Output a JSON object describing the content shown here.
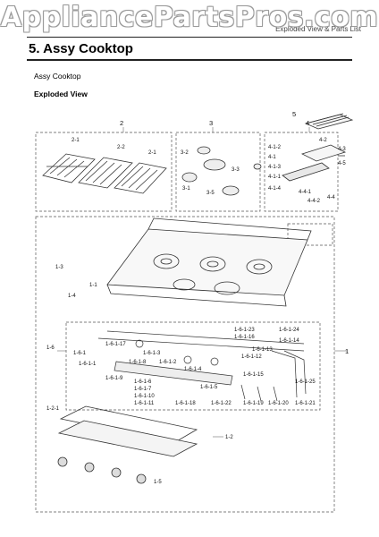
{
  "watermark": "AppliancePartsPros.com",
  "header_right": "Exploded View & Parts List",
  "section_title": "5.  Assy Cooktop",
  "subtitle": "Assy Cooktop",
  "subhead": "Exploded View",
  "callouts": {
    "group_numbers": [
      "2",
      "3",
      "4",
      "5",
      "1"
    ],
    "grates": [
      "2-1",
      "2-2",
      "2-1"
    ],
    "burner_caps": [
      "3-2",
      "3-3",
      "3-1",
      "3-5"
    ],
    "griddle": [
      "4-1-2",
      "4-1",
      "4-1-3",
      "4-1-1",
      "4-1-4",
      "4-2",
      "4-3",
      "4-5",
      "4-4",
      "4-4-1",
      "4-4-2"
    ],
    "cooktop": [
      "1-3",
      "1-1",
      "1-4"
    ],
    "valves": [
      "1-6",
      "1-6-1",
      "1-6-1-17",
      "1-6-1-3",
      "1-6-1-8",
      "1-6-1-2",
      "1-6-1-4",
      "1-6-1-9",
      "1-6-1-6",
      "1-6-1-7",
      "1-6-1-10",
      "1-6-1-11",
      "1-6-1-5",
      "1-6-1-18",
      "1-6-1-22",
      "1-6-1-23",
      "1-6-1-24",
      "1-6-1-16",
      "1-6-1-14",
      "1-6-1-13",
      "1-6-1-12",
      "1-6-1-15",
      "1-6-1-19",
      "1-6-1-20",
      "1-6-1-21",
      "1-6-1-25",
      "1-6-1-1"
    ],
    "panel": [
      "1-2-1",
      "1-2",
      "1-5"
    ]
  }
}
